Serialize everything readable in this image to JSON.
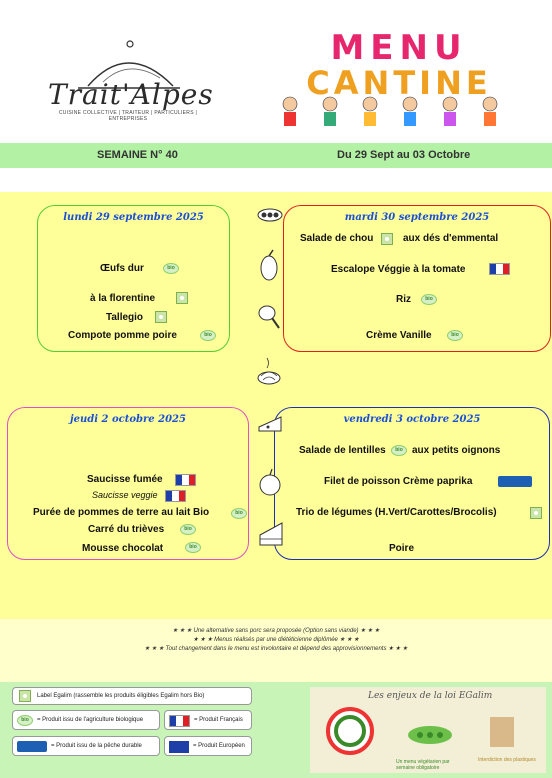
{
  "header": {
    "logo_name": "Trait'Alpes",
    "logo_tagline": "CUISINE COLLECTIVE | TRAITEUR | PARTICULIERS | ENTREPRISES",
    "banner_line1": "MENU",
    "banner_line2": "CANTINE"
  },
  "week": {
    "label": "SEMAINE N° 40",
    "dates": "Du 29 Sept au 03 Octobre"
  },
  "days": [
    {
      "title": "lundi 29 septembre 2025",
      "items": [
        "Œufs dur",
        "à la florentine",
        "Tallegio",
        "Compote pomme poire"
      ]
    },
    {
      "title": "mardi 30 septembre 2025",
      "items": [
        "Salade de chou",
        "aux dés d'emmental",
        "Escalope Véggie à la tomate",
        "Riz",
        "Crème Vanille"
      ]
    },
    {
      "title": "jeudi 2 octobre 2025",
      "items": [
        "Saucisse fumée",
        "Saucisse veggie",
        "Purée de pommes de terre au lait Bio",
        "Carré du trièves",
        "Mousse chocolat"
      ]
    },
    {
      "title": "vendredi 3 octobre 2025",
      "items": [
        "Salade de lentilles",
        "aux petits oignons",
        "Filet de poisson Crème paprika",
        "Trio de légumes (H.Vert/Carottes/Brocolis)",
        "Poire"
      ]
    }
  ],
  "notes": [
    "★ ★ ★ Une alternative sans porc sera proposée (Option sans viande) ★ ★ ★",
    "★ ★ ★ Menus réalisés par une diététicienne diplômée ★ ★ ★",
    "★ ★ ★ Tout changement dans le menu est involontaire et dépend des approvisionnements ★ ★ ★"
  ],
  "legend": {
    "egalim": "Label Egalim (rassemble les produits éligibles Egalim hors Bio)",
    "bio": "= Produit issu de l'agriculture biologique",
    "fr": "= Produit Français",
    "peche": "= Produit issu de la pêche durable",
    "eu": "= Produit Européen"
  },
  "egalim_panel": {
    "title": "Les enjeux de la loi EGalim",
    "label1": "Un menu végétarien par semaine obligatoire",
    "label2": "Interdiction des plastiques"
  },
  "colors": {
    "week_bar": "#b3f1a4",
    "menu_bg": "#ffff99",
    "monday_border": "#55cc33",
    "tuesday_border": "#e02020",
    "thursday_border": "#e04fc8",
    "friday_border": "#1f2fb5",
    "day_title": "#1a4fd6"
  },
  "icons": [
    "pea-pod-icon",
    "eggplant-icon",
    "chicken-leg-icon",
    "pasta-icon",
    "cheese-icon",
    "apple-icon",
    "cake-icon",
    "bio-leaf-icon",
    "egalim-label-icon",
    "france-flag-icon",
    "msc-fish-icon",
    "europe-flag-icon"
  ]
}
